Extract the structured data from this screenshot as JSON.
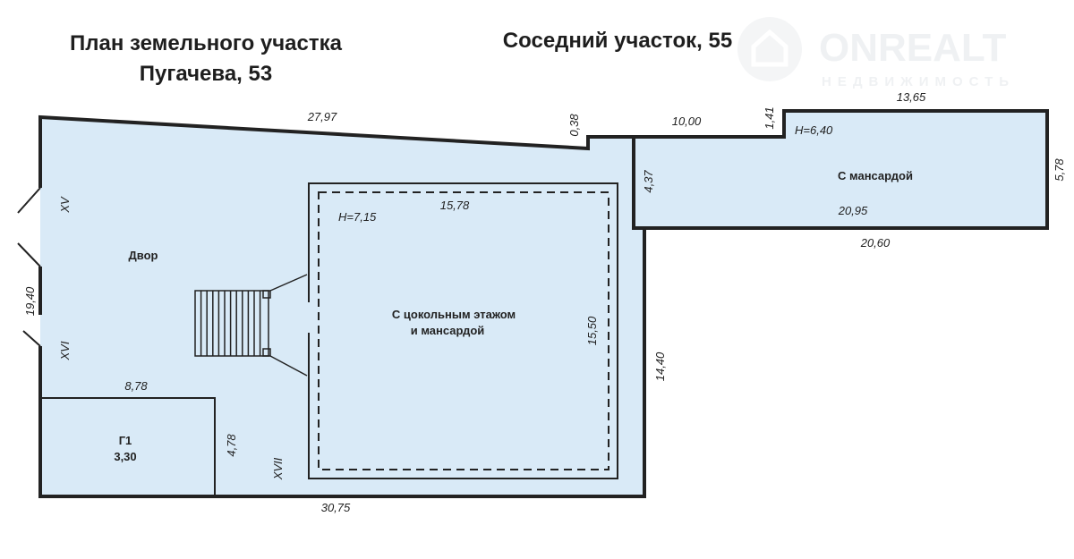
{
  "titles": {
    "left_line1": "План земельного участка",
    "left_line2": "Пугачева, 53",
    "right": "Соседний участок, 55"
  },
  "watermark": {
    "brand": "ONREALT",
    "subtitle": "НЕДВИЖИМОСТЬ"
  },
  "rooms": {
    "yard": "Двор",
    "house_line1": "С цокольным этажом",
    "house_line2": "и мансардой",
    "neighbor": "С мансардой",
    "garage_name": "Г1",
    "garage_value": "3,30"
  },
  "heights": {
    "house": "H=7,15",
    "neighbor": "H=6,40"
  },
  "dimensions": {
    "top_main": "27,97",
    "step": "0,38",
    "top_mid": "10,00",
    "step2": "1,41",
    "top_right": "13,65",
    "right_side": "5,78",
    "neighbor_inner": "20,95",
    "neighbor_bottom": "20,60",
    "neighbor_left": "4,37",
    "house_width": "15,78",
    "house_depth": "15,50",
    "lot_right": "14,40",
    "left_side": "19,40",
    "garage_width": "8,78",
    "garage_depth": "4,78",
    "bottom": "30,75"
  },
  "markers": {
    "gate1": "XV",
    "gate2": "XVI",
    "side": "XVII"
  },
  "colors": {
    "fill": "#d9eaf7",
    "wall": "#222222"
  }
}
